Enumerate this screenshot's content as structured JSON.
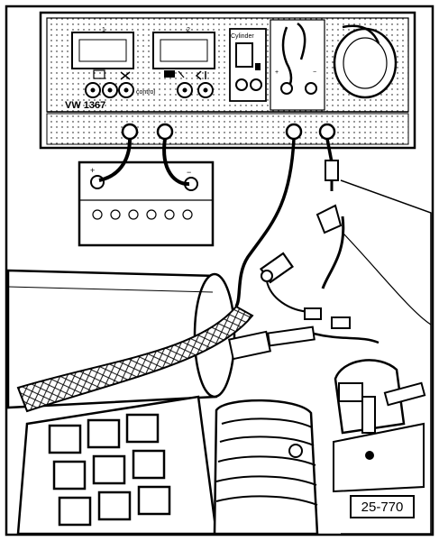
{
  "figure": {
    "id_label": "25-770"
  },
  "tester": {
    "model_label": "VW 1367",
    "cylinder_label": "Cylinder",
    "control_label": "control",
    "dial_numbers": [
      "1",
      "2"
    ],
    "jack_marks": [
      "+",
      "−"
    ]
  },
  "battery": {
    "terminal_marks": [
      "+",
      "−"
    ]
  },
  "colors": {
    "ink": "#000000",
    "paper": "#ffffff",
    "panel_shade": "#f2f2f2"
  }
}
